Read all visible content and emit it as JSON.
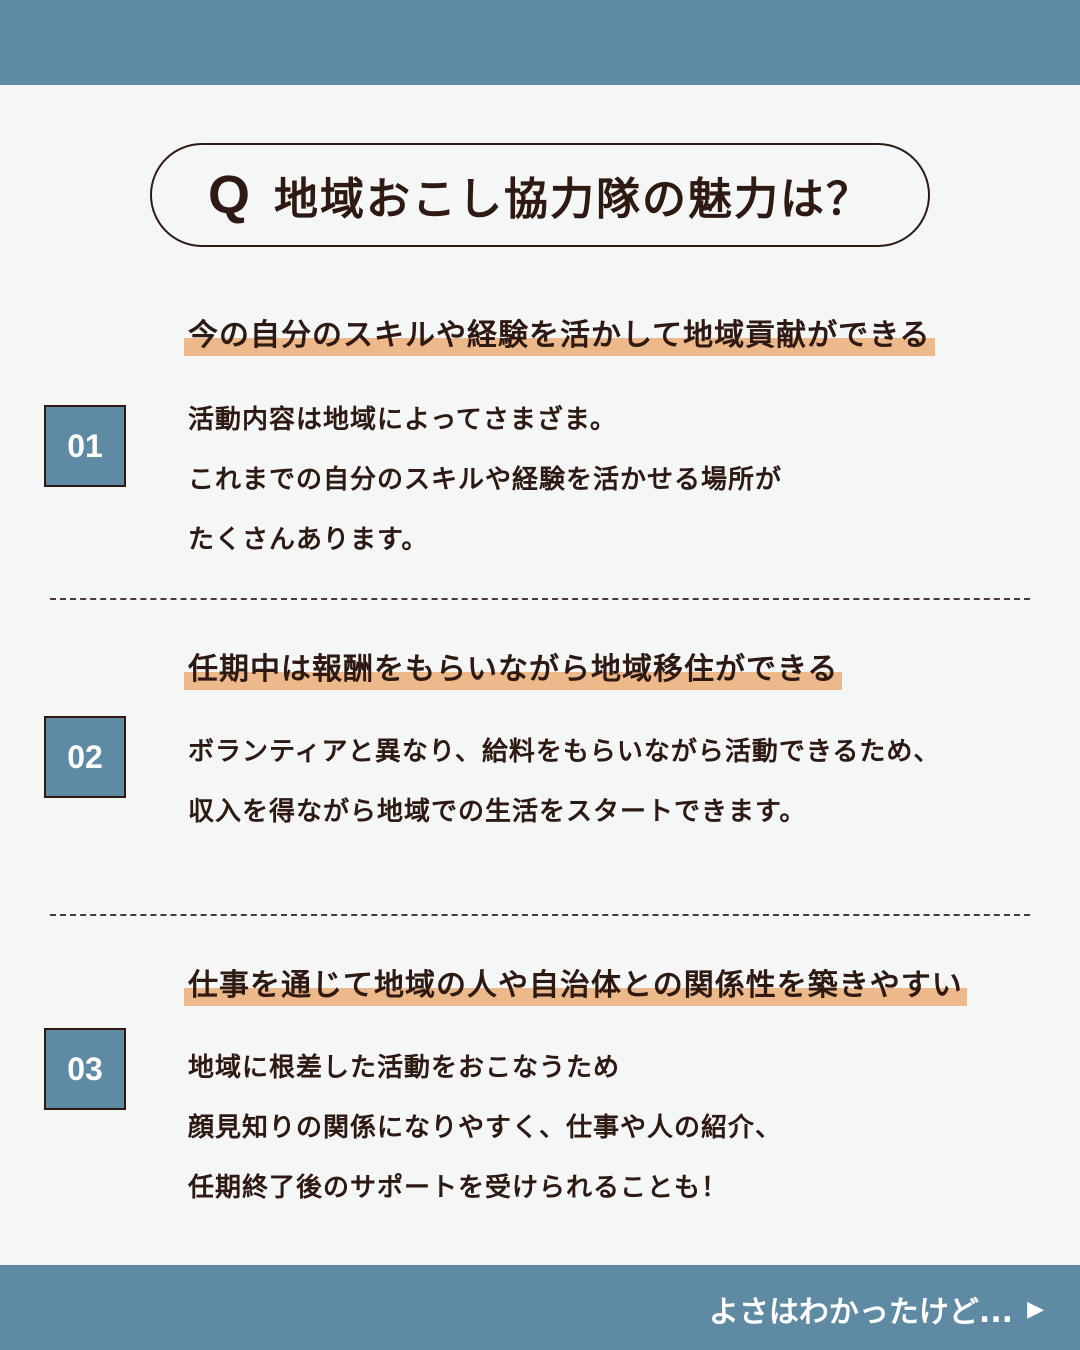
{
  "title": {
    "q": "Q",
    "text": "地域おこし協力隊の魅力は？"
  },
  "items": [
    {
      "number": "01",
      "heading": "今の自分のスキルや経験を活かして地域貢献ができる",
      "lines": [
        "活動内容は地域によってさまざま。",
        "これまでの自分のスキルや経験を活かせる場所が",
        "たくさんあります。"
      ]
    },
    {
      "number": "02",
      "heading": "任期中は報酬をもらいながら地域移住ができる",
      "lines": [
        "ボランティアと異なり、給料をもらいながら活動できるため、",
        "収入を得ながら地域での生活をスタートできます。"
      ]
    },
    {
      "number": "03",
      "heading": "仕事を通じて地域の人や自治体との関係性を築きやすい",
      "lines": [
        "地域に根差した活動をおこなうため",
        "顔見知りの関係になりやすく、仕事や人の紹介、",
        "任期終了後のサポートを受けられることも！"
      ]
    }
  ],
  "footer": {
    "next_label": "よさはわかったけど...",
    "arrow": "▶"
  },
  "colors": {
    "accent": "#5e8aa3",
    "highlight": "#edb98b",
    "text": "#2e1a12",
    "background": "#f5f7f6"
  }
}
